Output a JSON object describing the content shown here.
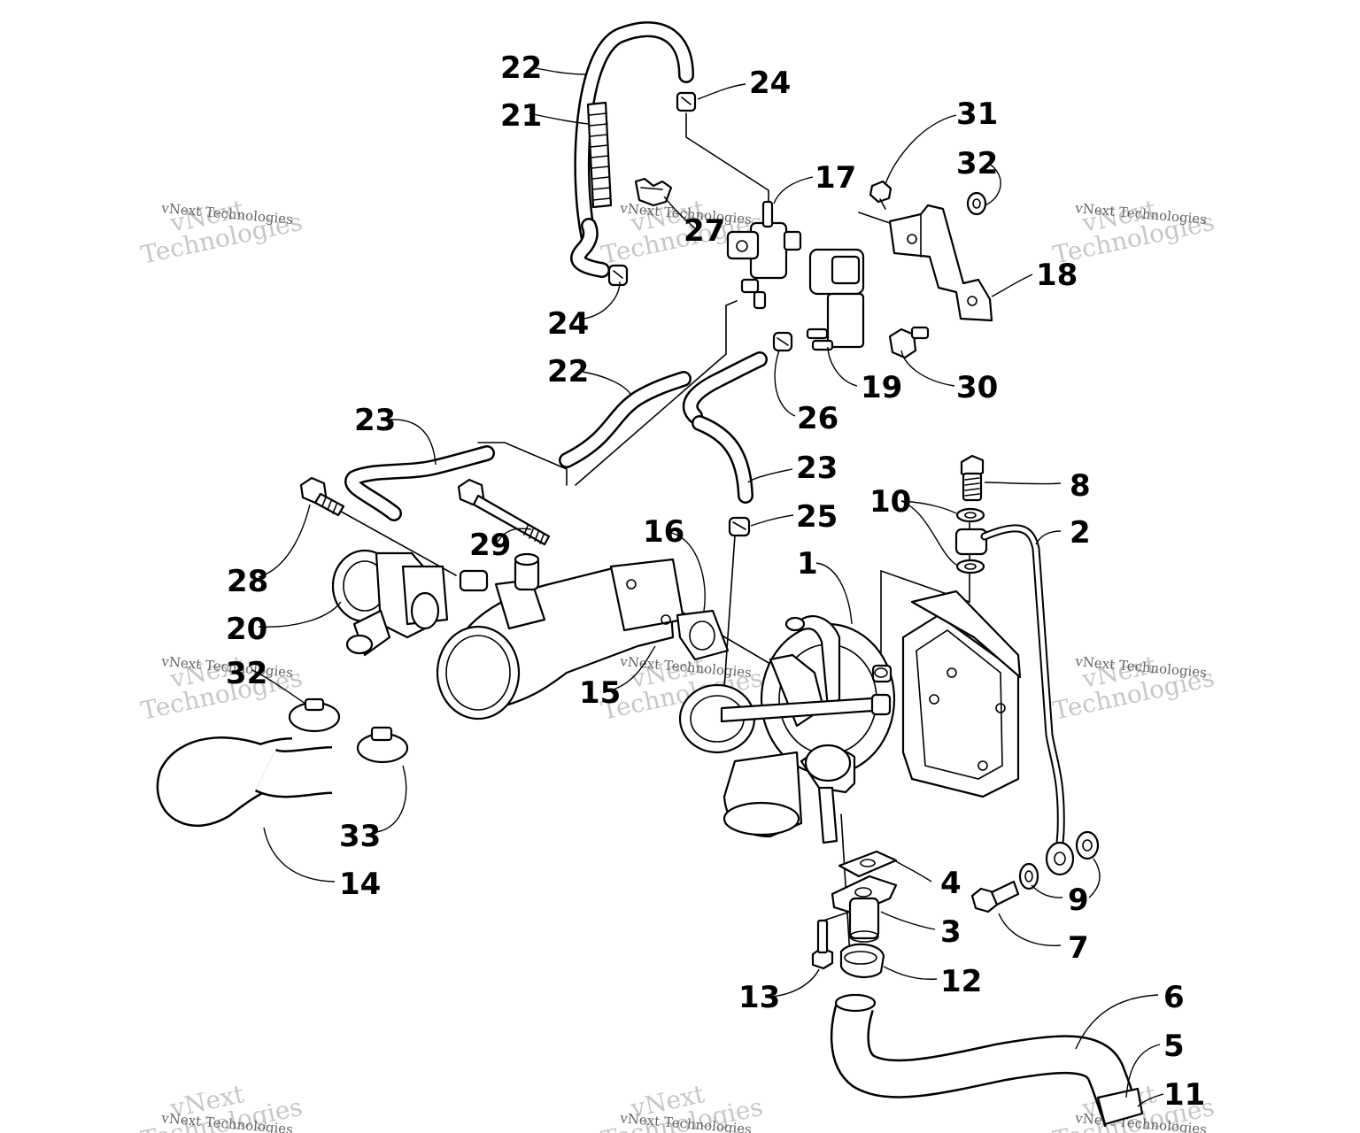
{
  "watermark": {
    "line1": "vNext",
    "line2": "Technologies",
    "caption": "vNext Technologies"
  },
  "callouts": [
    {
      "id": "c-22a",
      "label": "22"
    },
    {
      "id": "c-24a",
      "label": "24"
    },
    {
      "id": "c-21",
      "label": "21"
    },
    {
      "id": "c-31",
      "label": "31"
    },
    {
      "id": "c-32a",
      "label": "32"
    },
    {
      "id": "c-17",
      "label": "17"
    },
    {
      "id": "c-27",
      "label": "27"
    },
    {
      "id": "c-18",
      "label": "18"
    },
    {
      "id": "c-24b",
      "label": "24"
    },
    {
      "id": "c-30",
      "label": "30"
    },
    {
      "id": "c-19",
      "label": "19"
    },
    {
      "id": "c-22b",
      "label": "22"
    },
    {
      "id": "c-26",
      "label": "26"
    },
    {
      "id": "c-23a",
      "label": "23"
    },
    {
      "id": "c-23b",
      "label": "23"
    },
    {
      "id": "c-8",
      "label": "8"
    },
    {
      "id": "c-10",
      "label": "10"
    },
    {
      "id": "c-2",
      "label": "2"
    },
    {
      "id": "c-25",
      "label": "25"
    },
    {
      "id": "c-16",
      "label": "16"
    },
    {
      "id": "c-29",
      "label": "29"
    },
    {
      "id": "c-1",
      "label": "1"
    },
    {
      "id": "c-28",
      "label": "28"
    },
    {
      "id": "c-20",
      "label": "20"
    },
    {
      "id": "c-32b",
      "label": "32"
    },
    {
      "id": "c-15",
      "label": "15"
    },
    {
      "id": "c-33",
      "label": "33"
    },
    {
      "id": "c-14",
      "label": "14"
    },
    {
      "id": "c-4",
      "label": "4"
    },
    {
      "id": "c-9",
      "label": "9"
    },
    {
      "id": "c-3",
      "label": "3"
    },
    {
      "id": "c-7",
      "label": "7"
    },
    {
      "id": "c-13",
      "label": "13"
    },
    {
      "id": "c-12",
      "label": "12"
    },
    {
      "id": "c-6",
      "label": "6"
    },
    {
      "id": "c-5",
      "label": "5"
    },
    {
      "id": "c-11",
      "label": "11"
    }
  ]
}
